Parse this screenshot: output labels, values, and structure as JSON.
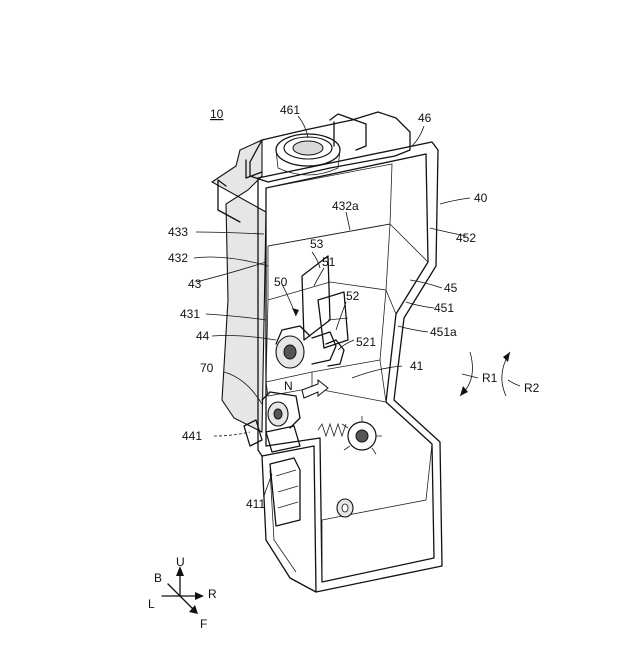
{
  "figure_ref": "10",
  "labels": {
    "l461": "461",
    "l46": "46",
    "l40": "40",
    "l432a": "432a",
    "l433": "433",
    "l452": "452",
    "l53": "53",
    "l432": "432",
    "l51": "51",
    "l43": "43",
    "l45": "45",
    "l50": "50",
    "l52": "52",
    "l451": "451",
    "l431": "431",
    "l44": "44",
    "l451a": "451a",
    "l521": "521",
    "l70": "70",
    "l41": "41",
    "lN": "N",
    "lR1": "R1",
    "lR2": "R2",
    "l441": "441",
    "l411": "411"
  },
  "axes": {
    "up": "U",
    "back": "B",
    "right": "R",
    "left": "L",
    "front": "F"
  }
}
